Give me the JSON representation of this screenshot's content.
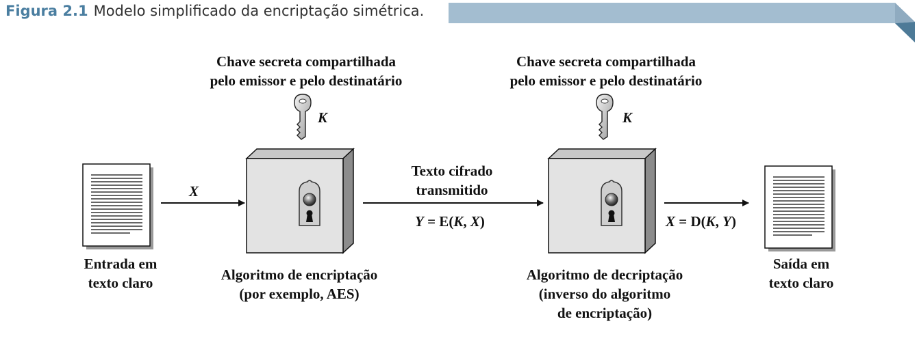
{
  "caption": {
    "figure_number": "Figura 2.1",
    "title": "Modelo simplificado da encriptação simétrica."
  },
  "key_labels": {
    "left": "Chave secreta compartilhada\npelo emissor e pelo destinatário",
    "right": "Chave secreta compartilhada\npelo emissor e pelo destinatário",
    "symbol": "K"
  },
  "input": {
    "label": "Entrada em\ntexto claro",
    "arrow_label": "X"
  },
  "encryption": {
    "label": "Algoritmo de encriptação\n(por exemplo, AES)"
  },
  "transmission": {
    "label": "Texto cifrado\ntransmitido",
    "equation": {
      "lhs": "Y",
      "fn": "E",
      "arg1": "K",
      "arg2": "X"
    }
  },
  "decryption": {
    "label": "Algoritmo de decriptação\n(inverso do algoritmo\nde encriptação)",
    "equation": {
      "lhs": "X",
      "fn": "D",
      "arg1": "K",
      "arg2": "Y"
    }
  },
  "output": {
    "label": "Saída em\ntexto claro"
  },
  "colors": {
    "caption_accent": "#4a7ea0",
    "caption_bar": "#a3bdd0",
    "caption_bar_edge": "#4d7a97",
    "box_front": "#e3e3e3",
    "box_side": "#8c8c8c",
    "box_top": "#c8c8c8"
  }
}
